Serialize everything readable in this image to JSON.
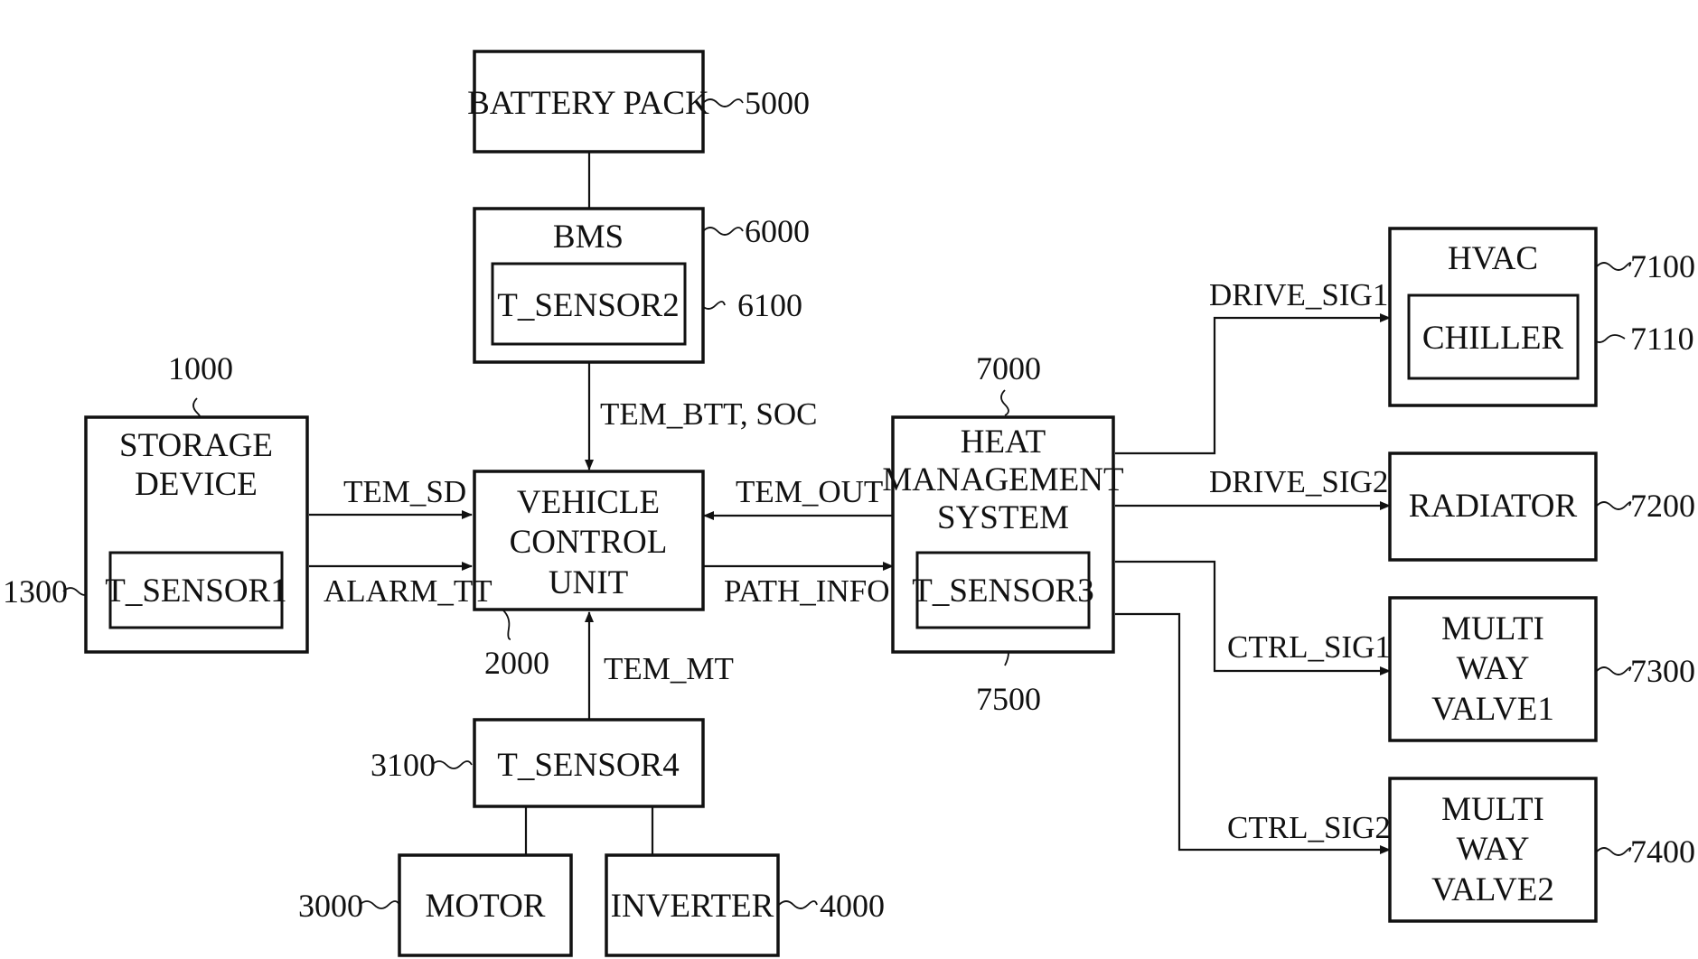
{
  "blocks": {
    "battery_pack": "BATTERY PACK",
    "bms": "BMS",
    "t_sensor2": "T_SENSOR2",
    "storage_line1": "STORAGE",
    "storage_line2": "DEVICE",
    "t_sensor1": "T_SENSOR1",
    "vcu_line1": "VEHICLE",
    "vcu_line2": "CONTROL",
    "vcu_line3": "UNIT",
    "hms_line1": "HEAT",
    "hms_line2": "MANAGEMENT",
    "hms_line3": "SYSTEM",
    "t_sensor3": "T_SENSOR3",
    "t_sensor4": "T_SENSOR4",
    "motor": "MOTOR",
    "inverter": "INVERTER",
    "hvac": "HVAC",
    "chiller": "CHILLER",
    "radiator": "RADIATOR",
    "valve1_line1": "MULTI",
    "valve1_line2": "WAY",
    "valve1_line3": "VALVE1",
    "valve2_line1": "MULTI",
    "valve2_line2": "WAY",
    "valve2_line3": "VALVE2"
  },
  "signals": {
    "tem_btt_soc": "TEM_BTT, SOC",
    "tem_sd": "TEM_SD",
    "alarm_tt": "ALARM_TT",
    "tem_out": "TEM_OUT",
    "path_info": "PATH_INFO",
    "tem_mt": "TEM_MT",
    "drive_sig1": "DRIVE_SIG1",
    "drive_sig2": "DRIVE_SIG2",
    "ctrl_sig1": "CTRL_SIG1",
    "ctrl_sig2": "CTRL_SIG2"
  },
  "refs": {
    "r5000": "5000",
    "r6000": "6000",
    "r6100": "6100",
    "r1000": "1000",
    "r1300": "1300",
    "r2000": "2000",
    "r7000": "7000",
    "r7500": "7500",
    "r3100": "3100",
    "r3000": "3000",
    "r4000": "4000",
    "r7100": "7100",
    "r7110": "7110",
    "r7200": "7200",
    "r7300": "7300",
    "r7400": "7400"
  }
}
